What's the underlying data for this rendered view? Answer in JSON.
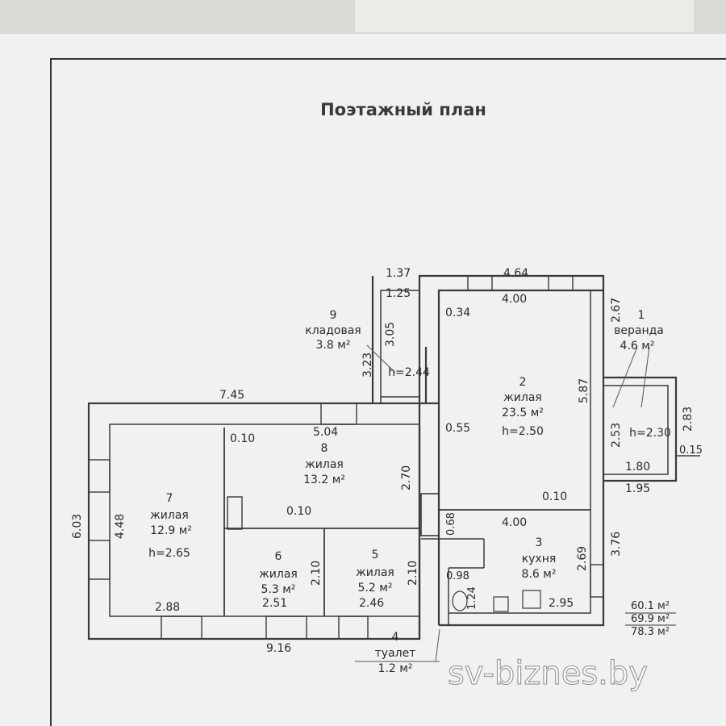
{
  "title": "Поэтажный план",
  "rooms": {
    "r1": {
      "num": "1",
      "name": "веранда",
      "area": "4.6 м²",
      "height": "h=2.30"
    },
    "r2": {
      "num": "2",
      "name": "жилая",
      "area": "23.5 м²",
      "height": "h=2.50"
    },
    "r3": {
      "num": "3",
      "name": "кухня",
      "area": "8.6 м²"
    },
    "r4": {
      "num": "4",
      "name": "туалет",
      "area": "1.2 м²"
    },
    "r5": {
      "num": "5",
      "name": "жилая",
      "area": "5.2 м²"
    },
    "r6": {
      "num": "6",
      "name": "жилая",
      "area": "5.3 м²"
    },
    "r7": {
      "num": "7",
      "name": "жилая",
      "area": "12.9 м²",
      "height": "h=2.65"
    },
    "r8": {
      "num": "8",
      "name": "жилая",
      "area": "13.2 м²"
    },
    "r9": {
      "num": "9",
      "name": "кладовая",
      "area": "3.8 м²",
      "height": "h=2.44"
    }
  },
  "dims": {
    "d1_37": "1.37",
    "d1_25": "1.25",
    "d4_64": "4.64",
    "d4_00a": "4.00",
    "d0_34": "0.34",
    "d3_05": "3.05",
    "d3_23": "3.23",
    "d2_67": "2.67",
    "d7_45": "7.45",
    "d5_87": "5.87",
    "d2_53": "2.53",
    "d2_83": "2.83",
    "d0_15": "0.15",
    "d1_80": "1.80",
    "d1_95": "1.95",
    "d0_55": "0.55",
    "d5_04": "5.04",
    "d0_10a": "0.10",
    "d6_03": "6.03",
    "d4_48": "4.48",
    "d2_70": "2.70",
    "d0_10b": "0.10",
    "d0_10c": "0.10",
    "d4_00b": "4.00",
    "d0_68": "0.68",
    "d3_76": "3.76",
    "d2_69": "2.69",
    "d2_10a": "2.10",
    "d2_10b": "2.10",
    "d0_98": "0.98",
    "d1_24": "1.24",
    "d2_88": "2.88",
    "d2_51": "2.51",
    "d2_46": "2.46",
    "d2_95": "2.95",
    "d9_16": "9.16"
  },
  "totals": [
    "60.1 м²",
    "69.9 м²",
    "78.3 м²"
  ],
  "watermark": "sv-biznes.by"
}
